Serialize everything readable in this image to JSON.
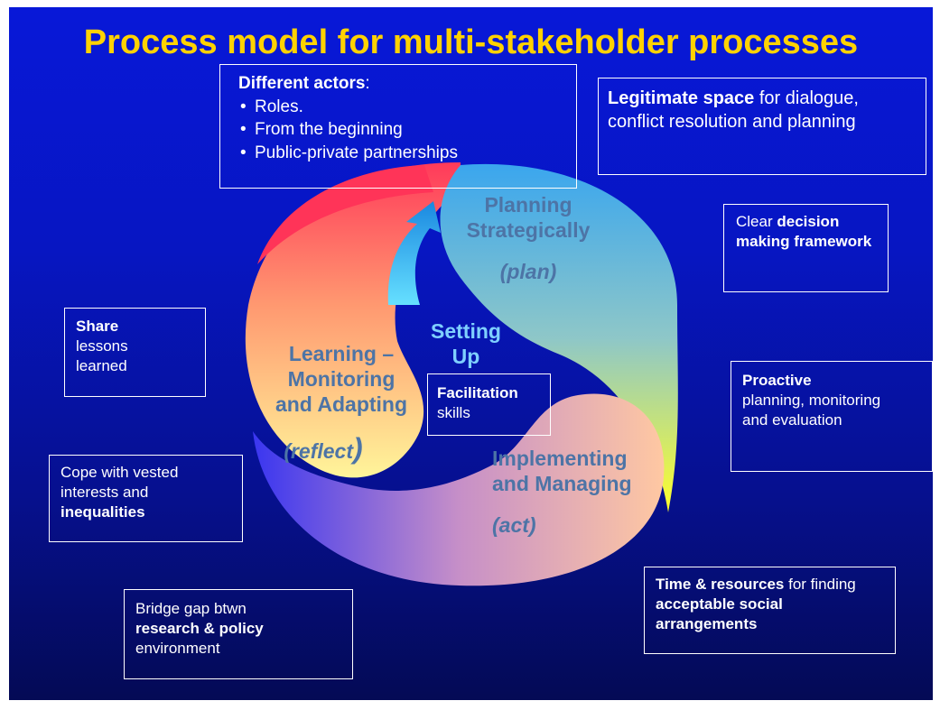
{
  "title": "Process model for multi-stakeholder processes",
  "colors": {
    "background_top": "#0818d8",
    "background_bottom": "#040a55",
    "title": "#ffd200",
    "stage_text": "#4a6fa5",
    "setting_up_text": "#7fd0ff"
  },
  "stages": {
    "plan": {
      "line1": "Planning",
      "line2": "Strategically",
      "tag": "(plan)"
    },
    "act": {
      "line1": "Implementing",
      "line2": "and Managing",
      "tag": "(act)"
    },
    "reflect": {
      "line1": "Learning –",
      "line2": "Monitoring",
      "line3": "and Adapting",
      "tag": "(reflect",
      "tag_end": ")"
    },
    "center": {
      "line1": "Setting",
      "line2": "Up"
    }
  },
  "boxes": {
    "actors": {
      "heading": "Different actors",
      "heading_suffix": ":",
      "items": [
        "Roles.",
        "From the beginning",
        "Public-private partnerships"
      ]
    },
    "legitimate": {
      "bold": "Legitimate space",
      "rest": " for dialogue, conflict resolution and planning"
    },
    "decision": {
      "pre": "Clear ",
      "bold": "decision making framework"
    },
    "proactive": {
      "bold": "Proactive",
      "rest": "planning, monitoring and evaluation"
    },
    "time": {
      "bold1": "Time & resources",
      "mid": " for finding ",
      "bold2": "acceptable social arrangements"
    },
    "bridge": {
      "pre": "Bridge gap btwn",
      "bold": "research & policy",
      "post": "environment"
    },
    "cope": {
      "pre": "Cope with vested interests and",
      "bold": "inequalities"
    },
    "share": {
      "bold": "Share",
      "rest": "lessons learned"
    },
    "facilitation": {
      "bold": "Facilitation",
      "rest": "skills"
    }
  }
}
